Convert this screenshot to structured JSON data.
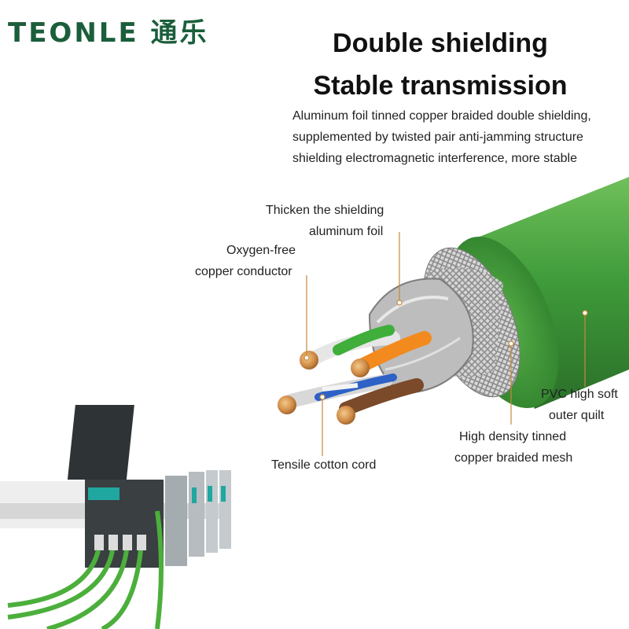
{
  "brand": {
    "logo_text": "TEONLE 通乐"
  },
  "headline": {
    "line1": "Double shielding",
    "line2": "Stable transmission"
  },
  "description": [
    "Aluminum foil tinned copper braided double shielding,",
    "supplemented by twisted pair anti-jamming structure",
    "shielding electromagnetic interference, more stable"
  ],
  "callouts": {
    "foil": [
      "Thicken the shielding",
      "aluminum foil"
    ],
    "conductor": [
      "Oxygen-free",
      "copper conductor"
    ],
    "pvc": [
      "PVC high soft",
      "outer quilt"
    ],
    "braid": [
      "High density tinned",
      "copper braided mesh"
    ],
    "cord": [
      "Tensile cotton cord"
    ]
  },
  "colors": {
    "brand_green": "#1b5e3b",
    "cable_green": "#3f9b3a",
    "leader_orange": "#c9883a"
  }
}
